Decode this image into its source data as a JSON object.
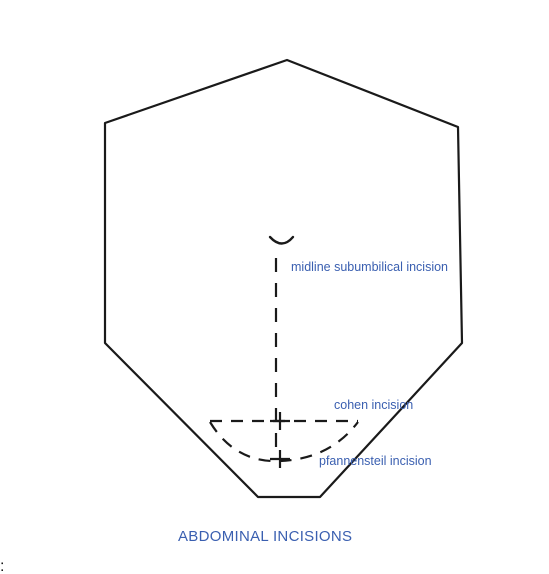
{
  "labels": {
    "midline": "midline subumbilical incision",
    "cohen": "cohen incision",
    "pfannenstiel": "pfannensteil incision"
  },
  "caption": "ABDOMINAL INCISIONS",
  "stray_mark": ":",
  "colors": {
    "ink": "#1a1a1a",
    "label": "#3a5fb0",
    "background": "#ffffff"
  }
}
